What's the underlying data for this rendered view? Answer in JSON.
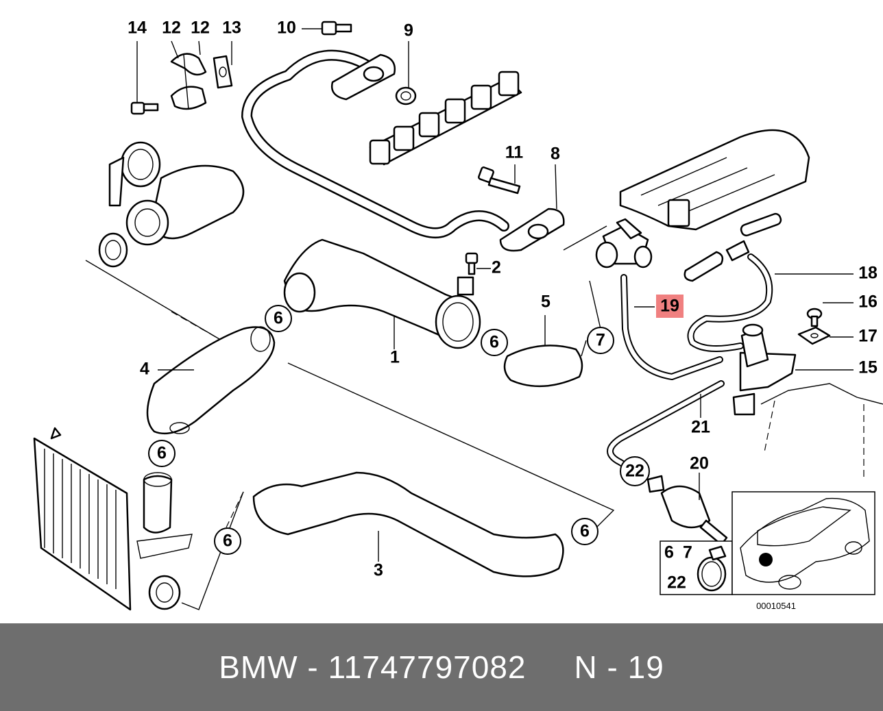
{
  "diagram": {
    "callouts": {
      "c14": "14",
      "c12a": "12",
      "c12b": "12",
      "c13": "13",
      "c10": "10",
      "c9": "9",
      "c11": "11",
      "c8": "8",
      "c2": "2",
      "c1": "1",
      "c6a": "6",
      "c4": "4",
      "c6b": "6",
      "c5": "5",
      "c6c": "6",
      "c7": "7",
      "c19": "19",
      "c18": "18",
      "c16": "16",
      "c17": "17",
      "c15": "15",
      "c21": "21",
      "c22": "22",
      "c20": "20",
      "c6d": "6",
      "c3": "3",
      "c6e": "6"
    },
    "inset_labels": {
      "k6": "6",
      "k7": "7",
      "k22": "22"
    },
    "ref_code": "00010541",
    "highlight_color": "#f08080"
  },
  "footer": {
    "brand_part": "BMW - 11747797082",
    "position": "N - 19"
  }
}
